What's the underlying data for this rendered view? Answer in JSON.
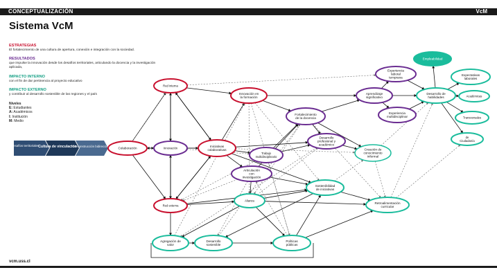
{
  "header": {
    "section": "CONCEPTUALIZACIÓN",
    "brand": "VcM"
  },
  "title": "Sistema VcM",
  "sections": [
    {
      "heading": "ESTRATEGIAS",
      "color": "#c8102e",
      "text": "El fortalecimiento de una cultura de apertura, conexión e integración con la sociedad."
    },
    {
      "heading": "RESULTADOS",
      "color": "#6a2c91",
      "text": "que impulse la innovación desde los desafíos territoriales, articulando la docencia y la investigación aplicada,"
    },
    {
      "heading": "IMPACTO INTERNO",
      "color": "#16a085",
      "text": "con el fin de dar pertinencia al proyecto educativo"
    },
    {
      "heading": "IMPACTO EXTERNO",
      "color": "#16a085",
      "text": "y contribuir al desarrollo sostenible de las regiones y el país"
    }
  ],
  "niveles": {
    "heading": "Niveles",
    "items": [
      {
        "code": "E:",
        "label": "Estudiantes"
      },
      {
        "code": "A:",
        "label": "Académicos"
      },
      {
        "code": "I:",
        "label": "Institución"
      },
      {
        "code": "M:",
        "label": "Medio"
      }
    ]
  },
  "colors": {
    "red": "#c8102e",
    "purple": "#6a2c91",
    "green": "#1abc9c",
    "dark": "#2c3e50"
  },
  "flow": {
    "desafios": "Desafíos territoriales",
    "cultura": "Cultura de vinculación",
    "coconstruccion": "\"Co-construcción bidireccional\""
  },
  "nodes": {
    "colaboracion": "Colaboración",
    "innovacion": "Innovación",
    "iniciativas": "Iniciativas colaborativas",
    "red_interna": "Red interna",
    "red_externa": "Red externa",
    "innovacion_formacion": "Innovación en la formación",
    "fortalecimiento": "Fortalecimiento de la docencia",
    "trabajo": "Trabajo multidisciplinario",
    "desarrollo_profesional": "Desarrollo profesional y académico",
    "articulacion": "Articulación con investigación",
    "aprendizaje": "Aprendizaje significativo",
    "experiencia_laboral": "Experiencia laboral temprana",
    "experiencia_multi": "Experiencia multidisciplinar",
    "empleabilidad": "Empleabilidad",
    "desarrollo_habilidades": "Desarrollo de habilidades",
    "expectativas": "Expectativas laborales",
    "academicas": "Académicas",
    "transversales": "Transversales",
    "ciudadania": "de Ciudadanía",
    "creacion": "Creación de conocimiento informal",
    "sostenibilidad": "Sostenibilidad de iniciativas",
    "alianza": "Alianza",
    "retroalimentacion": "Retroalimentación curricular",
    "agregacion": "Agregación de valor",
    "desarrollo_sostenible": "Desarrollo sostenible",
    "politicas": "Políticas públicas"
  },
  "footer": {
    "url": "vcm.uss.cl"
  }
}
